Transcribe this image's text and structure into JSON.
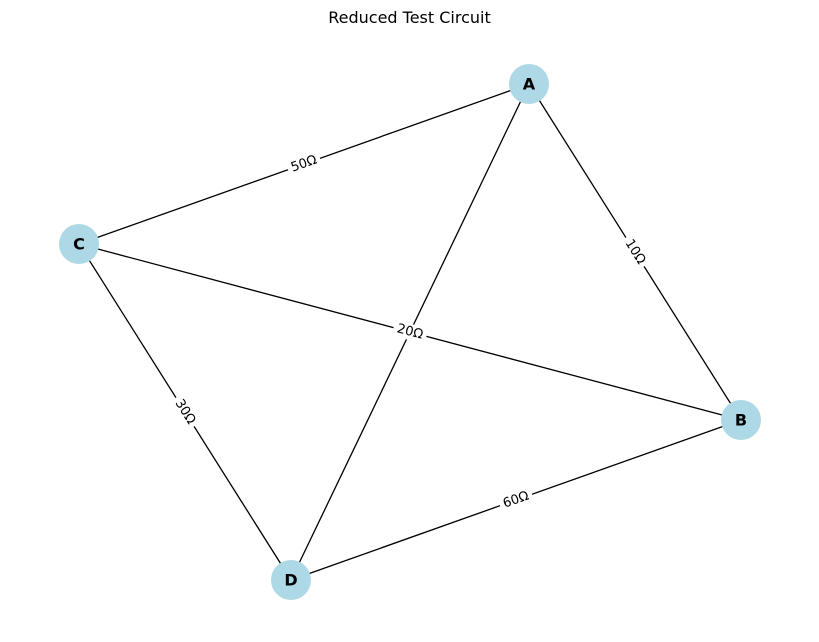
{
  "title": "Reduced Test Circuit",
  "colors": {
    "node_fill": "#add8e6",
    "edge": "#000000",
    "text": "#000000"
  },
  "nodes": [
    {
      "id": "A",
      "label": "A"
    },
    {
      "id": "B",
      "label": "B"
    },
    {
      "id": "C",
      "label": "C"
    },
    {
      "id": "D",
      "label": "D"
    }
  ],
  "edges": [
    {
      "from": "C",
      "to": "A",
      "label": "50Ω"
    },
    {
      "from": "A",
      "to": "B",
      "label": "10Ω"
    },
    {
      "from": "A",
      "to": "D",
      "label": ""
    },
    {
      "from": "C",
      "to": "B",
      "label": "20Ω"
    },
    {
      "from": "C",
      "to": "D",
      "label": "30Ω"
    },
    {
      "from": "D",
      "to": "B",
      "label": "60Ω"
    }
  ]
}
